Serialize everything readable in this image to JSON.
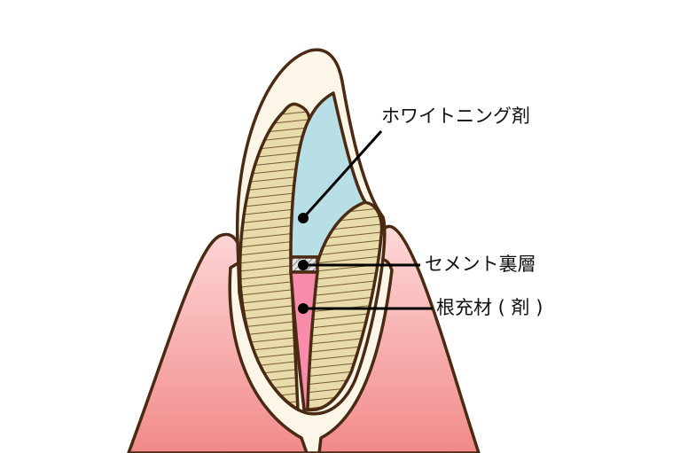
{
  "labels": {
    "whitening": "ホワイトニング剤",
    "cement": "セメント裏層",
    "root_filling": "根充材 ( 剤 )"
  },
  "colors": {
    "outline": "#4a2a12",
    "enamel": "#fbf6e8",
    "dentin": "#e8dcab",
    "whitening": "#b8dfe6",
    "root_filling": "#f98bab",
    "gum_top": "#fdd3d3",
    "gum_bottom": "#f28a8a"
  }
}
